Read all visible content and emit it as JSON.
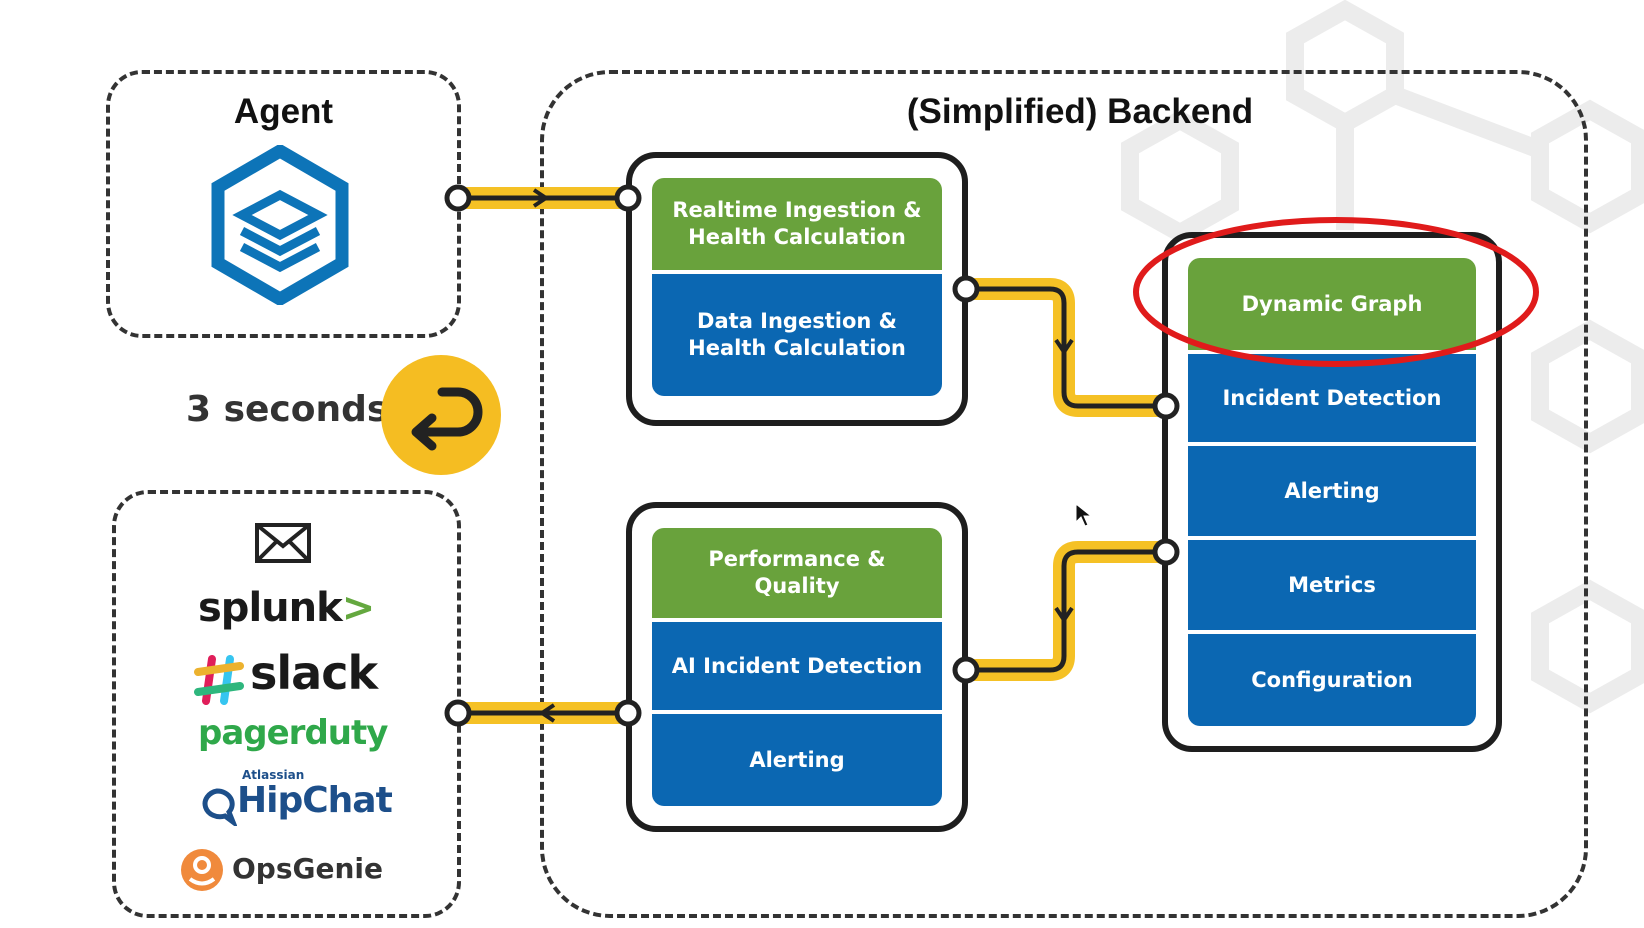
{
  "agent": {
    "heading": "Agent"
  },
  "backend": {
    "heading": "(Simplified) Backend"
  },
  "loop": {
    "label": "3 seconds"
  },
  "ingestion_card": {
    "header": "Realtime Ingestion &\nHealth Calculation",
    "items": [
      "Data Ingestion &\nHealth Calculation"
    ]
  },
  "performance_card": {
    "header": "Performance &\nQuality",
    "items": [
      "AI Incident Detection",
      "Alerting"
    ]
  },
  "graph_card": {
    "header": "Dynamic Graph",
    "items": [
      "Incident Detection",
      "Alerting",
      "Metrics",
      "Configuration"
    ]
  },
  "integrations": {
    "splunk": "splunk",
    "splunk_mark": ">",
    "slack": "slack",
    "pagerduty": "pagerduty",
    "hipchat_small": "Atlassian",
    "hipchat": "HipChat",
    "opsgenie": "OpsGenie"
  },
  "colors": {
    "green": "#69a23c",
    "blue": "#0b67b2",
    "wire_highlight": "#f5c125",
    "loop_badge": "#f5bd22",
    "highlight_ring": "#e01b1b",
    "pagerduty": "#2fa84a",
    "opsgenie": "#f08a3c"
  }
}
